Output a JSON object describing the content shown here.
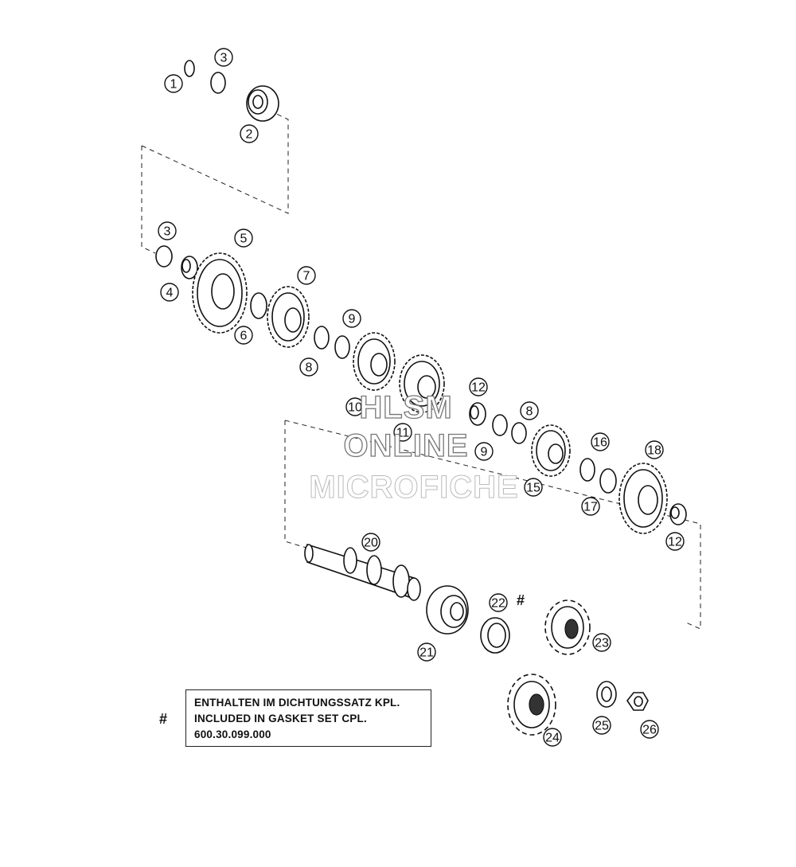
{
  "diagram": {
    "callouts": [
      "1",
      "2",
      "3",
      "3",
      "4",
      "5",
      "6",
      "7",
      "8",
      "8",
      "9",
      "9",
      "10",
      "11",
      "12",
      "12",
      "15",
      "16",
      "17",
      "18",
      "20",
      "21",
      "22",
      "23",
      "24",
      "25",
      "26"
    ],
    "hash_marker": "#",
    "note": {
      "marker": "#",
      "lines": [
        "ENTHALTEN IM DICHTUNGSSATZ KPL.",
        "INCLUDED IN GASKET SET CPL.",
        "600.30.099.000"
      ]
    },
    "watermark": {
      "line1": "HLSM",
      "line2": "ONLINE",
      "line3": "MICROFICHE"
    },
    "colors": {
      "ink": "#111111",
      "background": "#ffffff",
      "watermark": "#777777"
    }
  }
}
